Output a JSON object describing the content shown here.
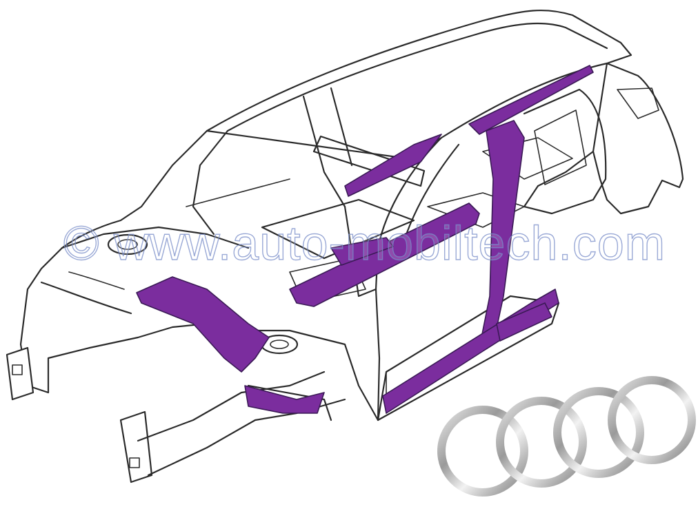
{
  "image": {
    "subject": "car-body-structure",
    "background_color": "#ffffff",
    "outline_color": "#2a2a2a",
    "highlight_color": "#7b2d9e",
    "logo_color": "#b8b8b8"
  },
  "watermark": {
    "text": "© www.auto-mobiltech.com"
  },
  "logo": {
    "brand": "Audi",
    "rings": 4
  }
}
